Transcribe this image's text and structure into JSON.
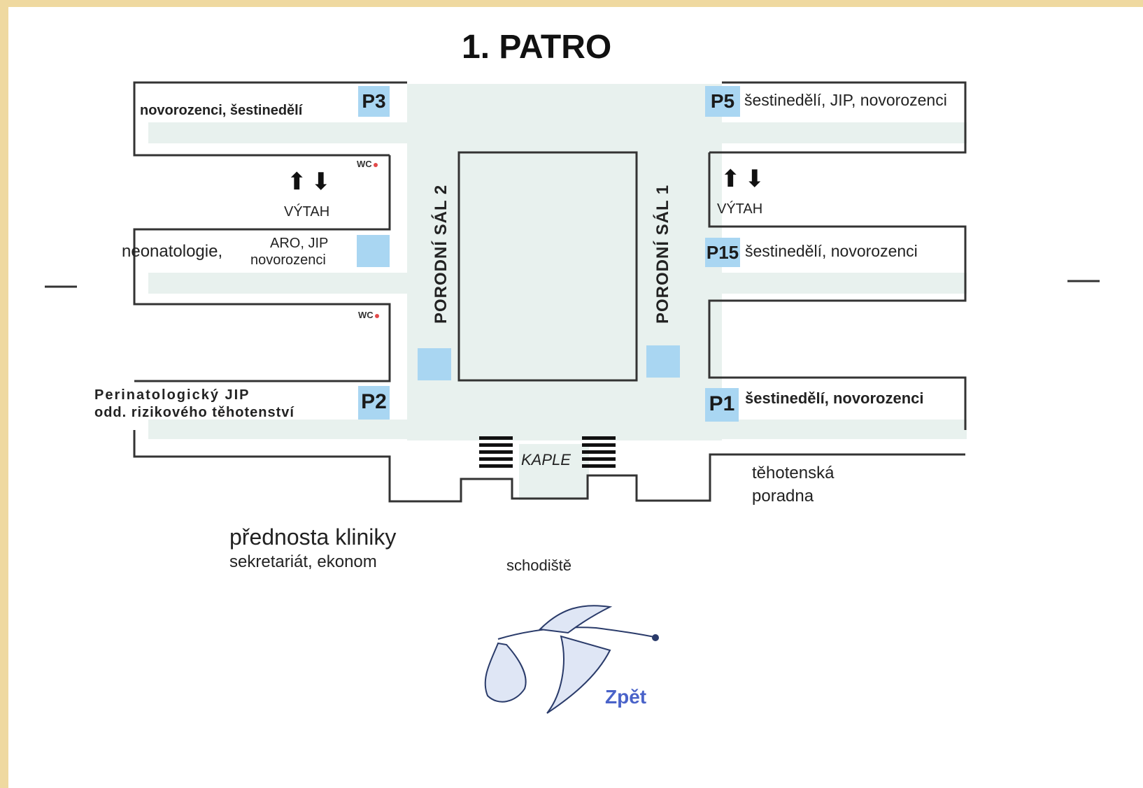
{
  "title": "1. PATRO",
  "rooms": {
    "p3": {
      "code": "P3",
      "label": "novorozenci, šestinedělí"
    },
    "p5": {
      "code": "P5",
      "label": "šestinedělí, JIP, novorozenci"
    },
    "p15": {
      "code": "P15",
      "label": "šestinedělí, novorozenci"
    },
    "p1": {
      "code": "P1",
      "label": "šestinedělí, novorozenci"
    },
    "p2": {
      "code": "P2",
      "label_line1": "Perinatologický JIP",
      "label_line2": "odd. rizikového těhotenství"
    },
    "neo": {
      "label": "neonatologie,",
      "label2": "ARO, JIP",
      "label3": "novorozenci"
    }
  },
  "elevator_label": "VÝTAH",
  "wc_label": "WC",
  "delivery_rooms": {
    "left": "PORODNÍ SÁL 2",
    "right": "PORODNÍ SÁL 1"
  },
  "chapel": "KAPLE",
  "prenatal": {
    "line1": "těhotenská",
    "line2": "poradna"
  },
  "head_office": {
    "line1": "přednosta kliniky",
    "line2": "sekretariát, ekonom"
  },
  "stairs": "schodiště",
  "back_link": "Zpět",
  "colors": {
    "accent_blue": "#a9d6f2",
    "wall": "#333333",
    "corridor": "#e8f1ee",
    "back_link": "#4a63c9",
    "frame": "#efd9a0"
  },
  "icons": {
    "elevator": "up-down-arrows-icon",
    "stork": "stork-with-bundle-icon"
  }
}
